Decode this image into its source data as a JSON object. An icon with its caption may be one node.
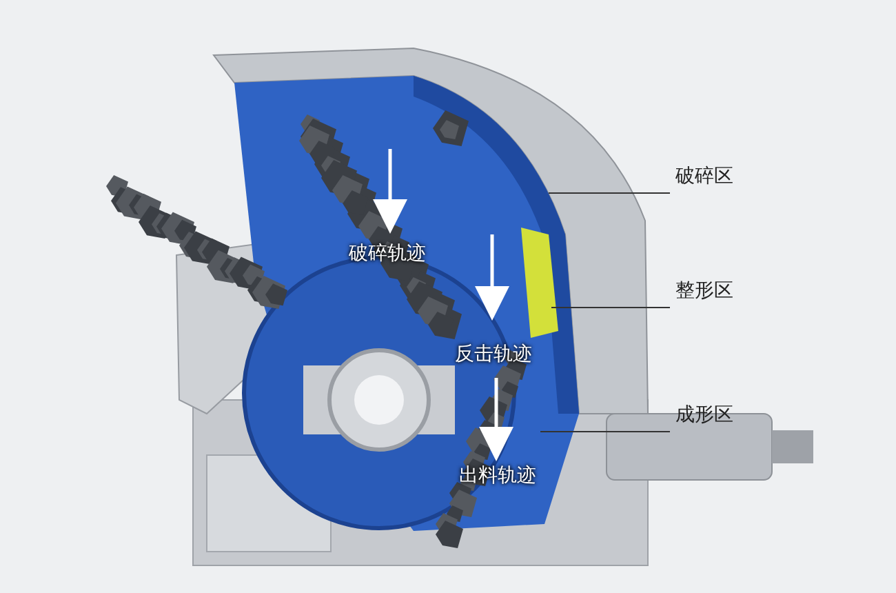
{
  "diagram": {
    "nodes": [
      {
        "text": [
          "破碎区"
        ]
      },
      {
        "text": [
          "整形区"
        ]
      },
      {
        "text": [
          "成形区"
        ]
      }
    ],
    "edges": [
      {
        "from": 0,
        "to": null,
        "arrow": "none"
      },
      {
        "from": 1,
        "to": null,
        "arrow": "none"
      },
      {
        "from": 2,
        "to": null,
        "arrow": "none"
      }
    ],
    "labels": [
      "破碎轨迹",
      "反击轨迹",
      "出料轨迹"
    ]
  }
}
